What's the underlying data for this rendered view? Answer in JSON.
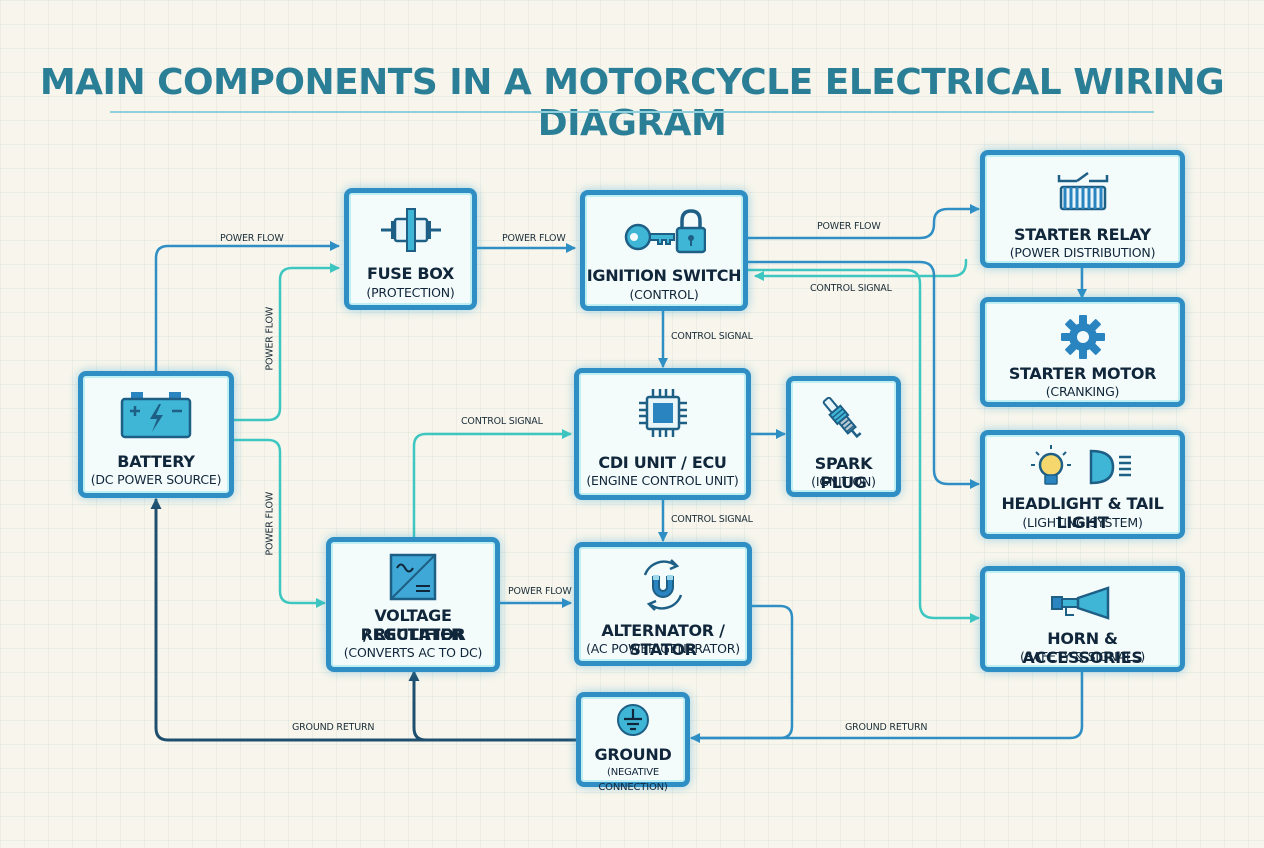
{
  "title": "MAIN COMPONENTS IN A MOTORCYCLE ELECTRICAL WIRING DIAGRAM",
  "components": {
    "battery": {
      "name": "BATTERY",
      "sub": "(DC POWER SOURCE)",
      "icon": "battery-icon"
    },
    "fuse_box": {
      "name": "FUSE BOX",
      "sub": "(PROTECTION)",
      "icon": "fuse-icon"
    },
    "ignition_switch": {
      "name": "IGNITION SWITCH",
      "sub": "(CONTROL)",
      "icon": "key-lock-icon"
    },
    "starter_relay": {
      "name": "STARTER RELAY",
      "sub": "(POWER DISTRIBUTION)",
      "icon": "relay-coil-icon"
    },
    "starter_motor": {
      "name": "STARTER MOTOR",
      "sub": "(CRANKING)",
      "icon": "gear-icon"
    },
    "cdi_unit": {
      "name": "CDI UNIT / ECU",
      "sub": "(ENGINE CONTROL UNIT)",
      "icon": "chip-icon"
    },
    "spark_plug": {
      "name": "SPARK PLUG",
      "sub": "(IGNITION)",
      "icon": "spark-plug-icon"
    },
    "headlight": {
      "name": "HEADLIGHT & TAIL LIGHT",
      "sub": "(LIGHTING SYSTEM)",
      "icon": "bulb-headlight-icon"
    },
    "voltage_regulator": {
      "name_line1": "VOLTAGE REGULATOR",
      "name_line2": "/ RECTIFIER",
      "sub": "(CONVERTS AC TO DC)",
      "icon": "ac-dc-converter-icon"
    },
    "alternator": {
      "name": "ALTERNATOR / STATOR",
      "sub": "(AC POWER GENERATOR)",
      "icon": "magnet-rotation-icon"
    },
    "horn": {
      "name": "HORN & ACCESSORIES",
      "sub": "(SAFETY & SIGNALS)",
      "icon": "horn-icon"
    },
    "ground": {
      "name": "GROUND",
      "sub": "(NEGATIVE CONNECTION)",
      "icon": "ground-symbol-icon"
    }
  },
  "connection_labels": {
    "battery_to_fuse_top": "POWER FLOW",
    "battery_to_fuse_side": "POWER FLOW",
    "battery_to_regulator": "POWER FLOW",
    "fuse_to_ignition": "POWER FLOW",
    "ignition_to_relay": "POWER FLOW",
    "relay_to_ignition": "CONTROL SIGNAL",
    "ignition_to_cdi": "CONTROL SIGNAL",
    "regulator_to_cdi": "CONTROL SIGNAL",
    "cdi_to_alternator": "CONTROL SIGNAL",
    "regulator_to_alternator": "POWER FLOW",
    "ground_to_battery": "GROUND RETURN",
    "horn_to_ground": "GROUND RETURN"
  },
  "colors": {
    "title": "#2a7f97",
    "box_border": "#2f8fc4",
    "wire_blue": "#2f8fc4",
    "wire_teal": "#3ec6c0",
    "wire_ground": "#1f4f6e",
    "icon_blue": "#2a84c0"
  }
}
